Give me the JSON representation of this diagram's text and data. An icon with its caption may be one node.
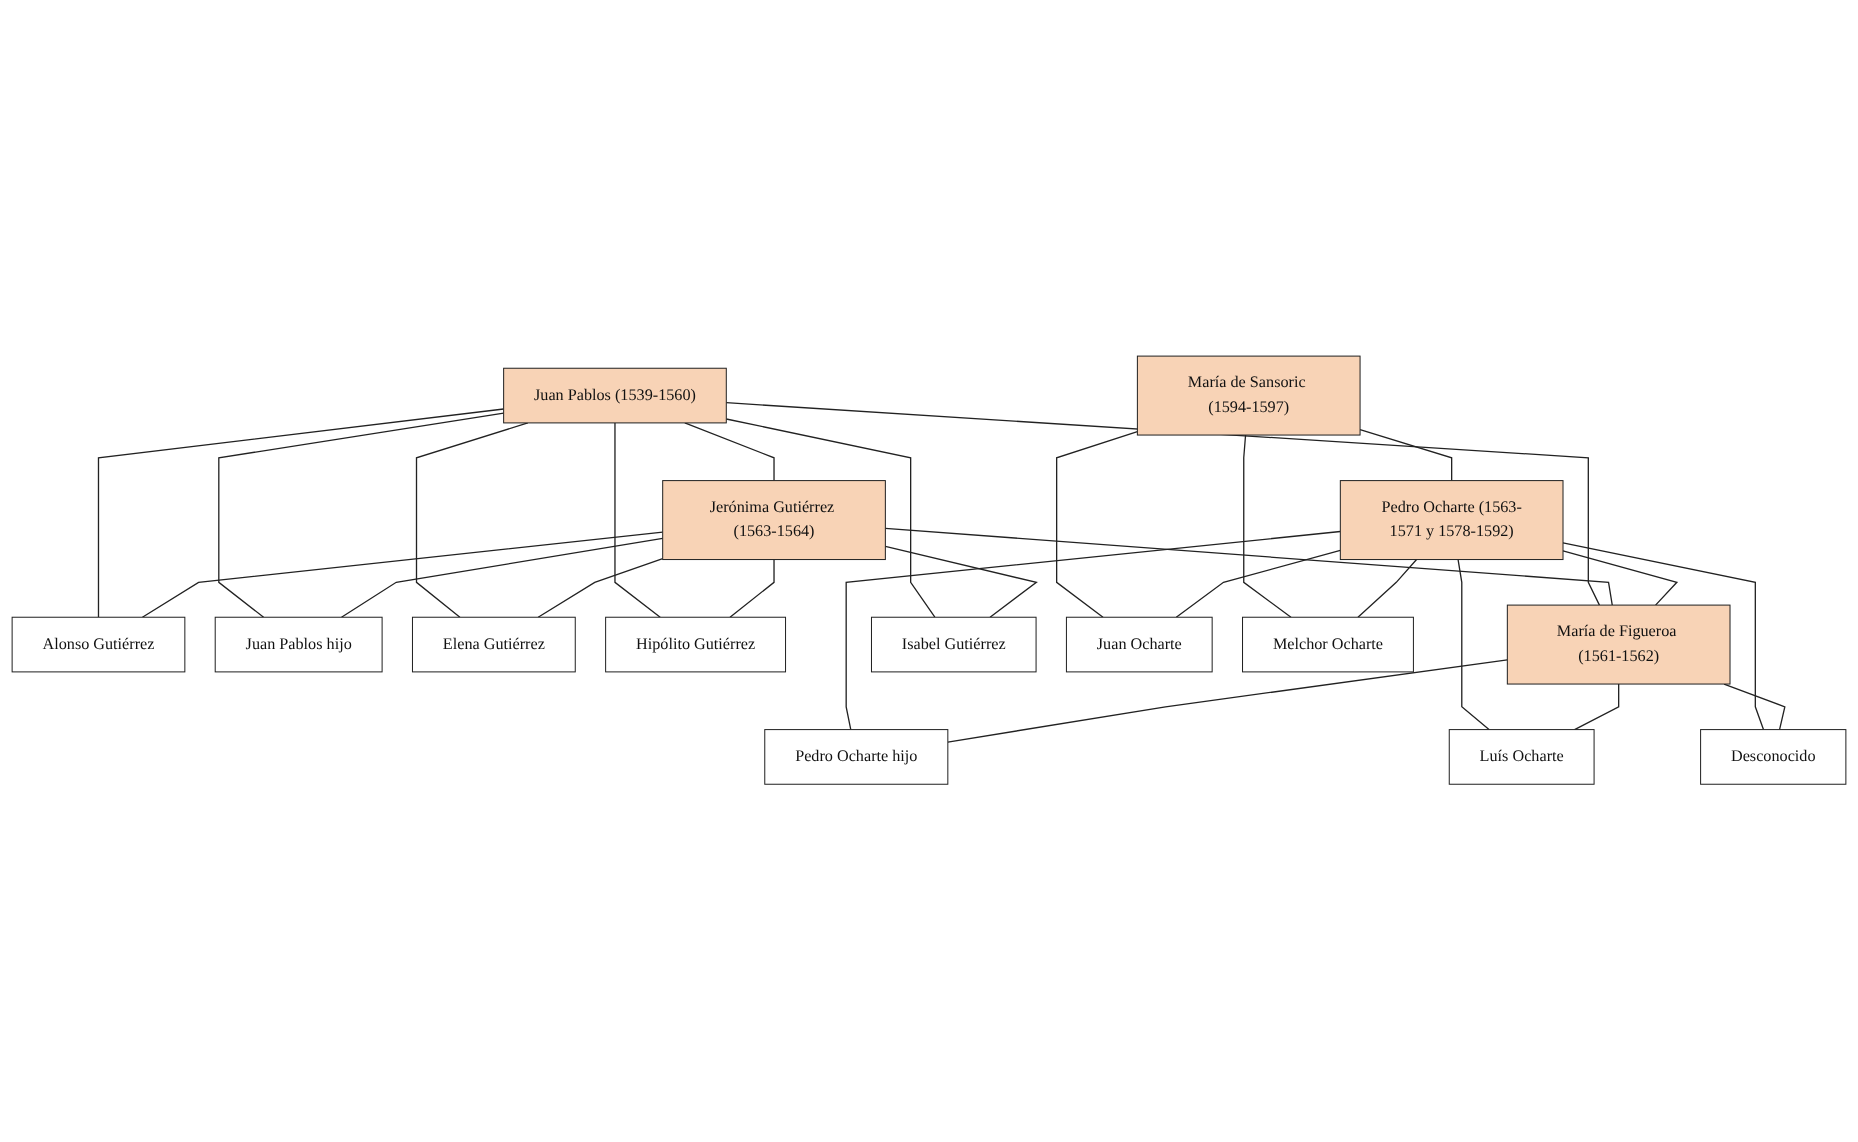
{
  "diagram": {
    "nodes": [
      {
        "text": [
          "Juan Pablos (1539-1560)"
        ]
      },
      {
        "text": [
          "Jerónima Gutiérrez (1563-1564)"
        ]
      },
      {
        "text": [
          "Alonso Gutiérrez"
        ]
      },
      {
        "text": [
          "Juan Pablos hijo"
        ]
      },
      {
        "text": [
          "Elena Gutiérrez"
        ]
      },
      {
        "text": [
          "Hipólito Gutiérrez"
        ]
      },
      {
        "text": [
          "María de Sansoric (1594-1597)"
        ]
      },
      {
        "text": [
          "Pedro Ocharte (1563-1571 y 1578-1592)"
        ]
      },
      {
        "text": [
          "María de Figueroa (1561-1562)"
        ]
      },
      {
        "text": [
          "Isabel Gutiérrez"
        ]
      },
      {
        "text": [
          "Juan Ocharte"
        ]
      },
      {
        "text": [
          "Melchor Ocharte"
        ]
      },
      {
        "text": [
          "Pedro Ocharte hijo"
        ]
      },
      {
        "text": [
          "Luís Ocharte"
        ]
      },
      {
        "text": [
          "Desconocido"
        ]
      }
    ],
    "edges": [
      {
        "from": 0,
        "to": 1,
        "arrow": "none"
      },
      {
        "from": 0,
        "to": 2,
        "arrow": "none"
      },
      {
        "from": 1,
        "to": 2,
        "arrow": "none"
      },
      {
        "from": 0,
        "to": 3,
        "arrow": "none"
      },
      {
        "from": 1,
        "to": 3,
        "arrow": "none"
      },
      {
        "from": 0,
        "to": 4,
        "arrow": "none"
      },
      {
        "from": 1,
        "to": 4,
        "arrow": "none"
      },
      {
        "from": 0,
        "to": 5,
        "arrow": "none"
      },
      {
        "from": 1,
        "to": 5,
        "arrow": "none"
      },
      {
        "from": 0,
        "to": 8,
        "arrow": "none"
      },
      {
        "from": 1,
        "to": 8,
        "arrow": "none"
      },
      {
        "from": 0,
        "to": 9,
        "arrow": "none"
      },
      {
        "from": 1,
        "to": 9,
        "arrow": "none"
      },
      {
        "from": 6,
        "to": 7,
        "arrow": "none"
      },
      {
        "from": 7,
        "to": 8,
        "arrow": "none"
      },
      {
        "from": 6,
        "to": 10,
        "arrow": "none"
      },
      {
        "from": 7,
        "to": 10,
        "arrow": "none"
      },
      {
        "from": 6,
        "to": 11,
        "arrow": "none"
      },
      {
        "from": 7,
        "to": 11,
        "arrow": "none"
      },
      {
        "from": 7,
        "to": 12,
        "arrow": "none"
      },
      {
        "from": 8,
        "to": 12,
        "arrow": "none"
      },
      {
        "from": 7,
        "to": 13,
        "arrow": "none"
      },
      {
        "from": 8,
        "to": 13,
        "arrow": "none"
      },
      {
        "from": 7,
        "to": 14,
        "arrow": "none"
      },
      {
        "from": 8,
        "to": 14,
        "arrow": "none"
      }
    ]
  }
}
